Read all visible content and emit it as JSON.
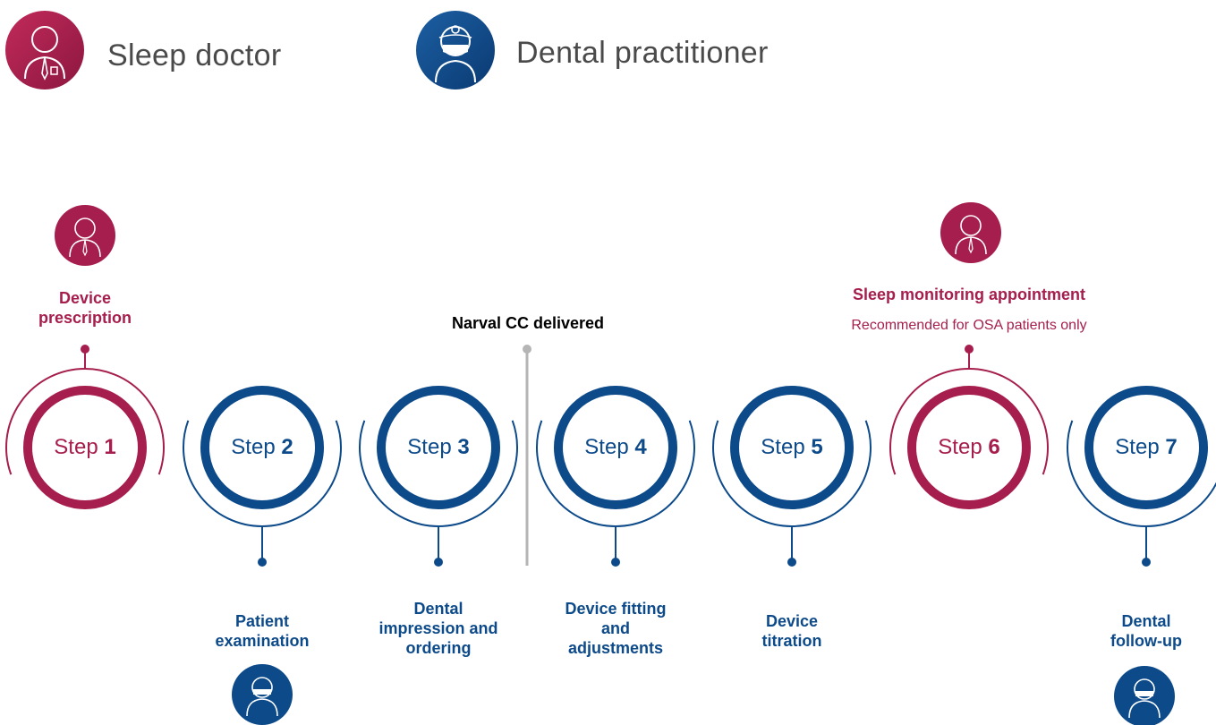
{
  "colors": {
    "sleep": "#a61e4d",
    "dental": "#0d4a8a",
    "delivered": "#b5b5b5"
  },
  "legend": {
    "sleep_doctor": {
      "label": "Sleep doctor",
      "icon": "doctor-icon"
    },
    "dental_practitioner": {
      "label": "Dental practitioner",
      "icon": "dentist-icon"
    }
  },
  "steps": [
    {
      "word": "Step",
      "number": "1",
      "role": "sleep",
      "label": "Device\nprescription"
    },
    {
      "word": "Step",
      "number": "2",
      "role": "dental",
      "label": "Patient\nexamination"
    },
    {
      "word": "Step",
      "number": "3",
      "role": "dental",
      "label": "Dental\nimpression and\nordering"
    },
    {
      "word": "Step",
      "number": "4",
      "role": "dental",
      "label": "Device fitting\nand\nadjustments"
    },
    {
      "word": "Step",
      "number": "5",
      "role": "dental",
      "label": "Device\ntitration"
    },
    {
      "word": "Step",
      "number": "6",
      "role": "sleep",
      "label": "Sleep monitoring appointment",
      "sublabel": "Recommended for OSA patients only"
    },
    {
      "word": "Step",
      "number": "7",
      "role": "dental",
      "label": "Dental\nfollow-up"
    }
  ],
  "milestone": {
    "label": "Narval CC delivered"
  }
}
